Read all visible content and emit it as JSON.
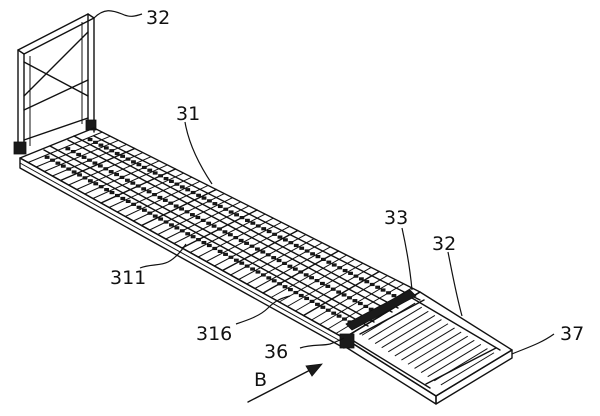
{
  "figure": {
    "labels": {
      "top_frame": "32",
      "platform": "31",
      "side_rail": "311",
      "beam": "316",
      "joint": "33",
      "right_frame": "32",
      "pin": "36",
      "end": "37",
      "direction": "B"
    }
  }
}
